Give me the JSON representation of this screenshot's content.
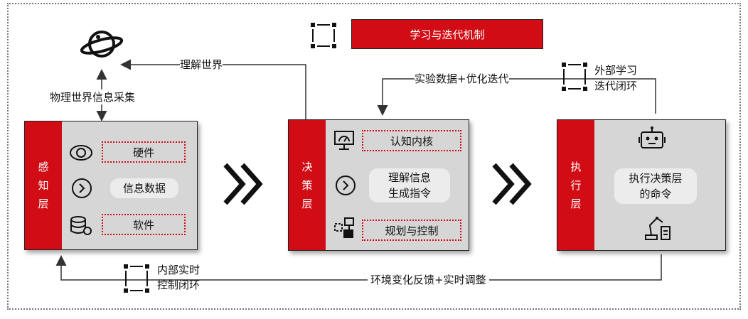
{
  "title": "学习与迭代机制",
  "perception": {
    "layer_name": "感知层",
    "items": [
      "硬件",
      "信息数据",
      "软件"
    ]
  },
  "decision": {
    "layer_name": "决策层",
    "items": [
      "认知内核",
      "理解信息\n生成指令",
      "规划与控制"
    ]
  },
  "execution": {
    "layer_name": "执行层",
    "item": "执行决策层\n的命令"
  },
  "labels": {
    "understand_world": "理解世界",
    "physical_collect": "物理世界信息采集",
    "experiment_data": "实验数据+优化迭代",
    "external_learning": "外部学习\n迭代闭环",
    "internal_loop": "内部实时\n控制闭环",
    "env_feedback": "环境变化反馈+实时调整"
  },
  "icons": {
    "planet": "planet-icon",
    "loop": "loop-icon",
    "eye": "eye-icon",
    "chevron": "chevron-right-circle-icon",
    "database": "database-gear-icon",
    "monitor": "monitor-icon",
    "planning": "planning-icon",
    "robot": "robot-icon",
    "robot_arm": "robot-arm-icon",
    "double_chevron": "double-chevron-right-icon"
  },
  "colors": {
    "accent": "#d10c15",
    "panel": "#d6d6d6"
  }
}
